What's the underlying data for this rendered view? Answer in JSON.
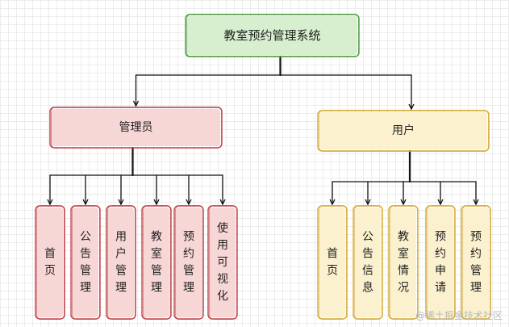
{
  "diagram": {
    "root": {
      "label": "教室预约管理系统",
      "fill": "#d8efcf",
      "stroke": "#4d9a3f"
    },
    "roles": [
      {
        "id": "admin",
        "label": "管理员",
        "fill": "#f7d6d6",
        "stroke": "#c0444a",
        "children": [
          "首页",
          "公告管理",
          "用户管理",
          "教室管理",
          "预约管理",
          "使用可视化"
        ]
      },
      {
        "id": "user",
        "label": "用户",
        "fill": "#fbf1cf",
        "stroke": "#d4aa35",
        "children": [
          "首页",
          "公告信息",
          "教室情况",
          "预约申请",
          "预约管理"
        ]
      }
    ],
    "line_color": "#111111"
  },
  "watermark": "@稀土掘金技术社区"
}
